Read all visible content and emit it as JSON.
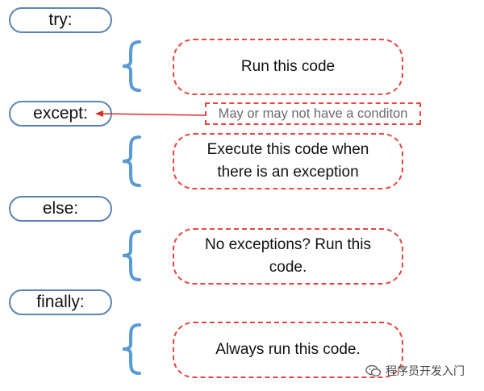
{
  "blocks": [
    {
      "keyword": "try:",
      "code": "Run this code"
    },
    {
      "keyword": "except:",
      "code": "Execute this code when there is an exception"
    },
    {
      "keyword": "else:",
      "code": "No exceptions? Run this code."
    },
    {
      "keyword": "finally:",
      "code": "Always run this code."
    }
  ],
  "note": "May or may not have a conditon",
  "watermark": {
    "text": "程序员开发入门",
    "icon": "wechat-icon"
  },
  "colors": {
    "keyword_border": "#5b84b5",
    "brace": "#5b9bd5",
    "dashed": "#e8463f",
    "arrow": "#d9302a"
  }
}
